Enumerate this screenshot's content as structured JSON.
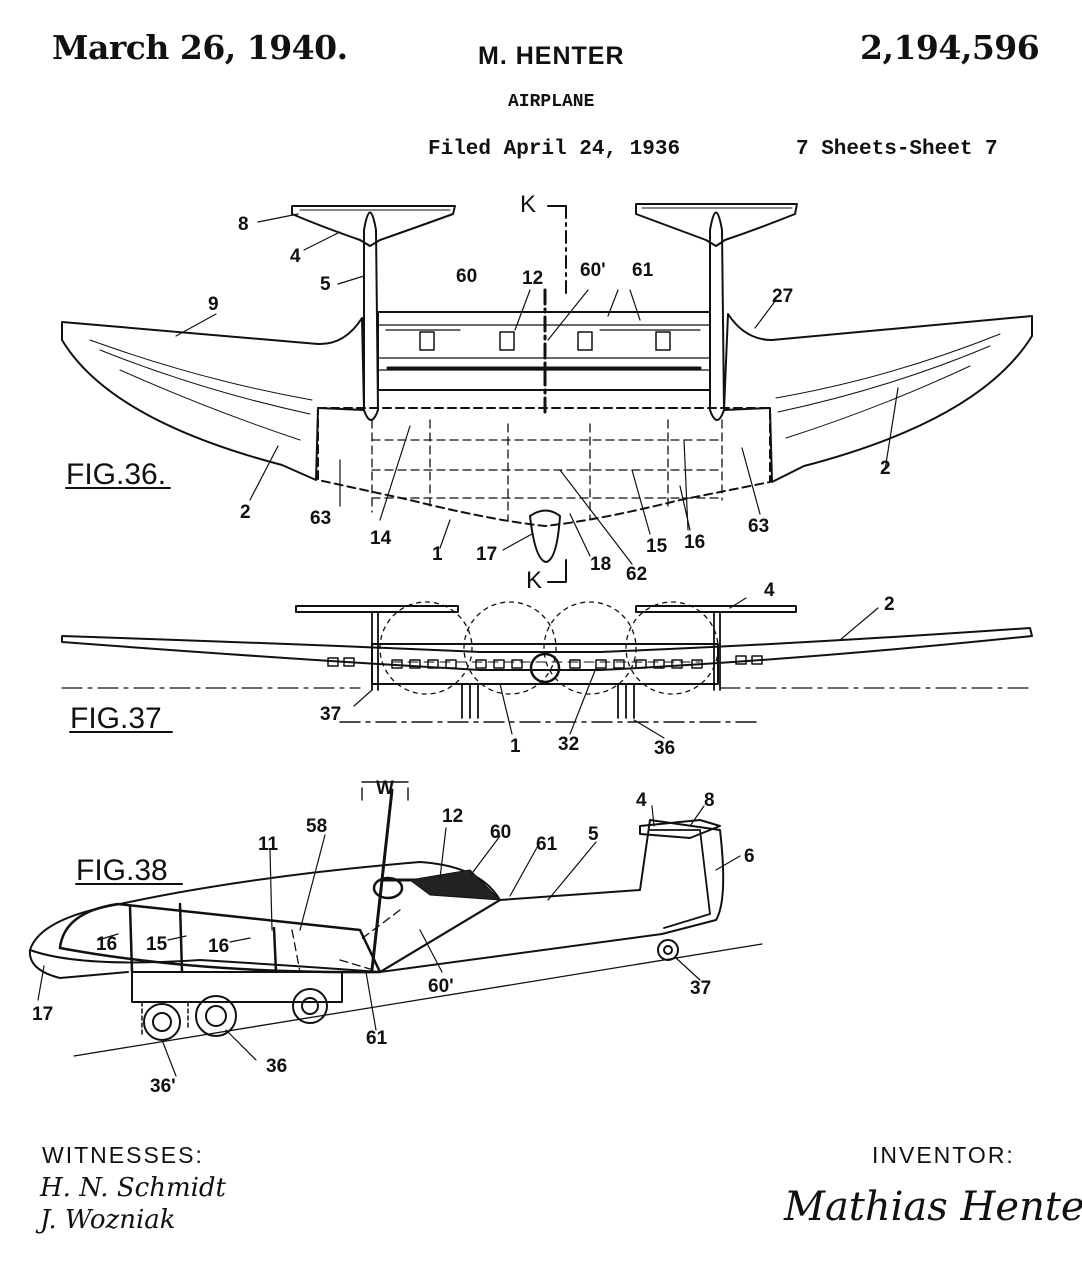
{
  "header": {
    "date": "March 26, 1940.",
    "inventor_name": "M. HENTER",
    "patent_number": "2,194,596",
    "title": "AIRPLANE",
    "filed": "Filed April 24, 1936",
    "sheets": "7 Sheets-Sheet 7"
  },
  "figures": {
    "fig36": "FIG.36.",
    "fig37": "FIG.37",
    "fig38": "FIG.38"
  },
  "fig36_labels": {
    "n8": "8",
    "n4": "4",
    "n5": "5",
    "n9": "9",
    "n60": "60",
    "n12": "12",
    "n60p": "60'",
    "n61": "61",
    "n27": "27",
    "n2a": "2",
    "n2b": "2",
    "n63a": "63",
    "n63b": "63",
    "n14": "14",
    "n1": "1",
    "n17": "17",
    "n18": "18",
    "n62": "62",
    "n15": "15",
    "n16": "16",
    "k_top": "K",
    "k_bottom": "K"
  },
  "fig37_labels": {
    "n4": "4",
    "n2": "2",
    "n37": "37",
    "n1": "1",
    "n32": "32",
    "n36": "36"
  },
  "fig38_labels": {
    "w": "W",
    "n58": "58",
    "n11": "11",
    "n12": "12",
    "n60": "60",
    "n61a": "61",
    "n5": "5",
    "n4": "4",
    "n8": "8",
    "n6": "6",
    "n16a": "16",
    "n15": "15",
    "n16b": "16",
    "n17": "17",
    "n60p": "60'",
    "n37": "37",
    "n61b": "61",
    "n36": "36",
    "n36p": "36'"
  },
  "footer": {
    "witnesses_label": "WITNESSES:",
    "witness_1": "H. N. Schmidt",
    "witness_2": "J. Wozniak",
    "inventor_label": "INVENTOR:",
    "inventor_signature": "Mathias Henter"
  }
}
